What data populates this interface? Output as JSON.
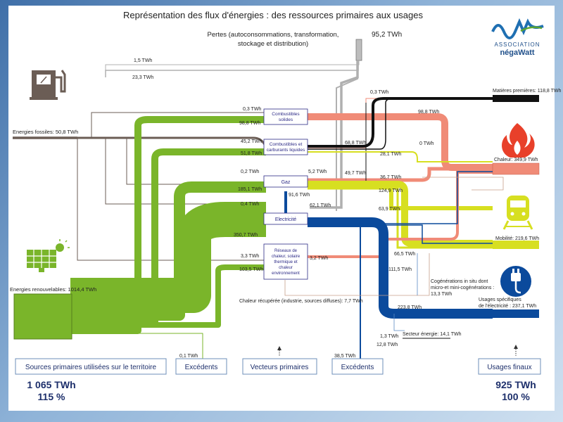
{
  "title": "Représentation des flux d'énergies : des ressources primaires aux usages",
  "logo": {
    "line1": "ASSOCIATION",
    "line2": "négaWatt",
    "mark": "nW"
  },
  "losses": {
    "label_line1": "Pertes (autoconsommations, transformation,",
    "label_line2": "stockage et distribution)",
    "value": "95,2 TWh"
  },
  "sources": {
    "fossil_label": "Energies fossiles: 50,8 TWh",
    "renewable_label": "Energies renouvelables: 1014,4 TWh"
  },
  "vectors": {
    "solid": "Combustibles solides",
    "liquid_line1": "Combustibles et",
    "liquid_line2": "carburants liquides",
    "gas": "Gaz",
    "elec": "Electricité",
    "heatnet_lines": [
      "Réseaux de",
      "chaleur, solaire",
      "thermique et",
      "chaleur",
      "environnement"
    ]
  },
  "uses": {
    "raw": "Matières premières: 118,8 TWh",
    "heat": "Chaleur: 349,9 TWh",
    "mobility": "Mobilité: 219,6 TWh",
    "specific_line1": "Usages spécifiques",
    "specific_line2": "de l'électricité : 237,1 TWh"
  },
  "flow_labels": {
    "l_1_5": "1,5 TWh",
    "l_23_3": "23,3 TWh",
    "l_0_3a": "0,3 TWh",
    "l_98_8a": "98,8 TWh",
    "l_45_2": "45,2 TWh",
    "l_51_8": "51,8 TWh",
    "l_0_2": "0,2 TWh",
    "l_185_1": "185,1 TWh",
    "l_0_4": "0,4 TWh",
    "l_350_7": "350,7 TWh",
    "l_3_3": "3,3 TWh",
    "l_103_5": "103,5 TWh",
    "l_0_3b": "0,3 TWh",
    "l_98_8b": "98,8 TWh",
    "l_0": "0 TWh",
    "l_68_8": "68,8 TWh",
    "l_28_1": "28,1 TWh",
    "l_49_7": "49,7 TWh",
    "l_36_7": "36,7 TWh",
    "l_5_2": "5,2 TWh",
    "l_124_9": "124,9 TWh",
    "l_91_6": "91,6 TWh",
    "l_62_1": "62,1 TWh",
    "l_63_9": "63,9 TWh",
    "l_3_2": "3,2 TWh",
    "l_66_5": "66,5 TWh",
    "l_111_5": "111,5 TWh",
    "l_223_8": "223,8 TWh",
    "l_1_3": "1,3 TWh",
    "l_12_8": "12,8 TWh",
    "l_0_1": "0,1 TWh",
    "l_38_5": "38,5 TWh",
    "recovered": "Chaleur récupérée (industrie, sources diffuses): 7,7 TWh",
    "sector": "Secteur énergie: 14,1 TWh",
    "cogen_line1": "Cogénérations in situ dont",
    "cogen_line2": "micro-et mini-cogénérations :",
    "cogen_line3": "13,3 TWh"
  },
  "footer": {
    "sources_box": "Sources primaires utilisées sur le territoire",
    "excedents1": "Excédents",
    "vecteurs": "Vecteurs primaires",
    "excedents2": "Excédents",
    "usages": "Usages finaux",
    "total_left": "1 065 TWh",
    "pct_left": "115 %",
    "total_right": "925 TWh",
    "pct_right": "100 %"
  },
  "colors": {
    "renewable": "#7ab52a",
    "fossil": "#6b5d55",
    "solid": "#f08b77",
    "liquid": "#111111",
    "gas": "#d7df21",
    "elec": "#0b4a9c",
    "loss": "#a8a8a8",
    "box_text": "#2c2a86",
    "heat_icon": "#e8402a"
  }
}
